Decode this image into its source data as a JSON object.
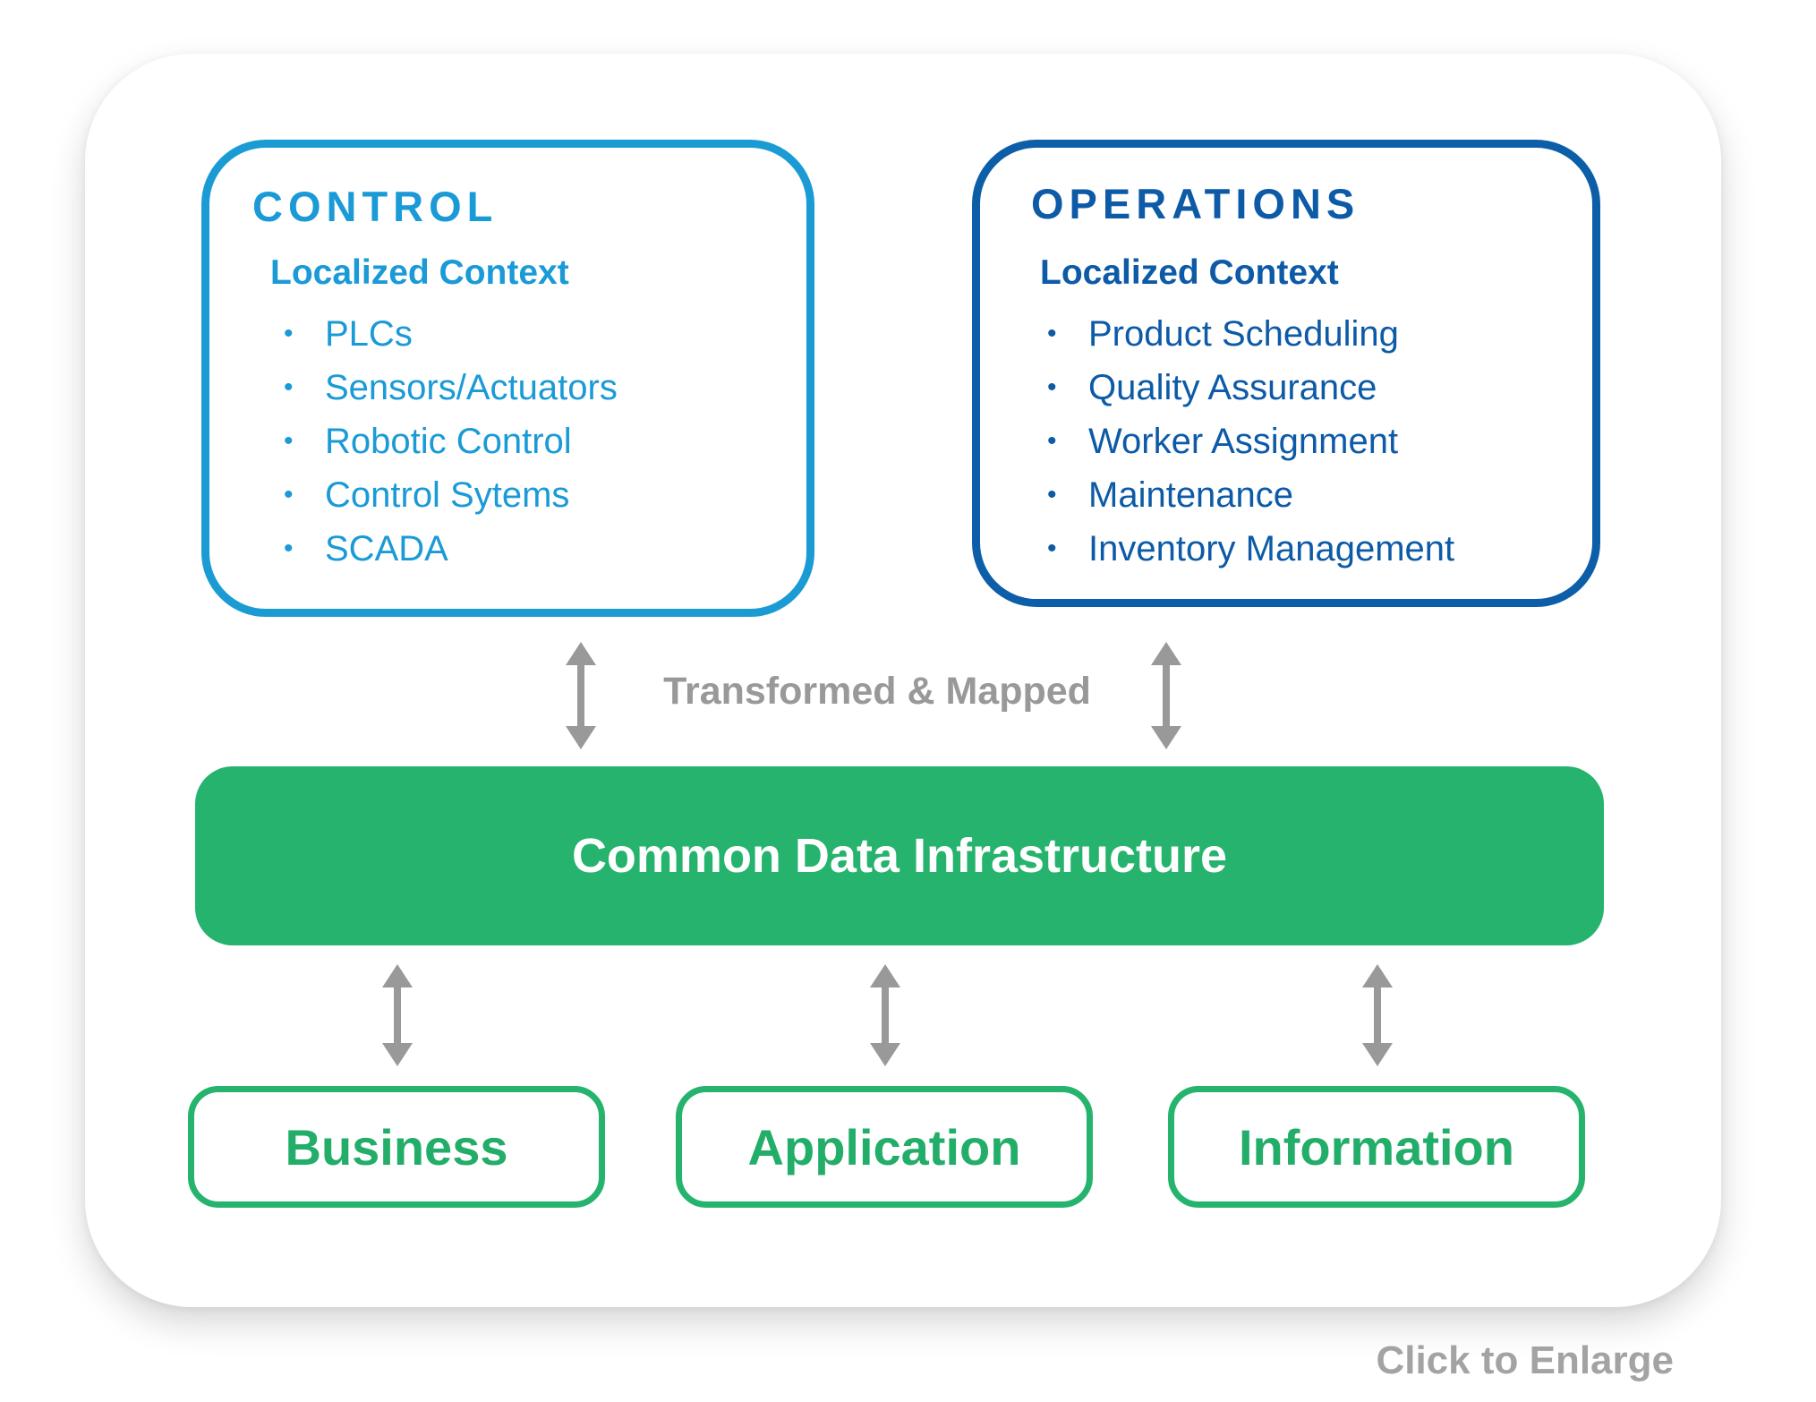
{
  "control": {
    "title": "CONTROL",
    "subtitle": "Localized Context",
    "items": [
      "PLCs",
      "Sensors/Actuators",
      "Robotic Control",
      "Control Sytems",
      "SCADA"
    ]
  },
  "operations": {
    "title": "OPERATIONS",
    "subtitle": "Localized Context",
    "items": [
      "Product Scheduling",
      "Quality Assurance",
      "Worker Assignment",
      "Maintenance",
      "Inventory Management"
    ]
  },
  "mapping_label": "Transformed & Mapped",
  "infrastructure": {
    "label": "Common Data Infrastructure"
  },
  "bottom_boxes": [
    "Business",
    "Application",
    "Information"
  ],
  "enlarge_link": "Click to Enlarge",
  "colors": {
    "control_blue": "#1b9bd4",
    "operations_blue": "#0c5ea8",
    "infrastructure_green": "#25b36d",
    "arrow_gray": "#999999"
  }
}
